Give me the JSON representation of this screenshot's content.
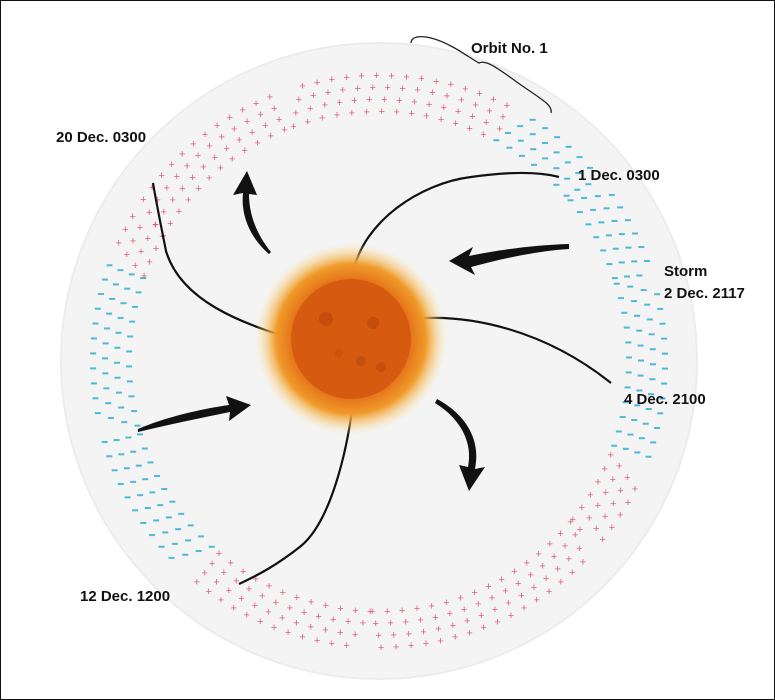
{
  "labels": {
    "orbit": "Orbit No. 1",
    "dec20": "20 Dec. 0300",
    "dec1": "1 Dec. 0300",
    "storm": "Storm",
    "storm_time": "2 Dec. 2117",
    "dec4": "4 Dec. 2100",
    "dec12": "12 Dec. 1200"
  },
  "legend": {
    "positive_symbol": "+",
    "negative_symbol": "-"
  },
  "colors": {
    "positive_polarity": "#e0607a",
    "negative_polarity": "#4db8d8",
    "sun_core": "#d4540c",
    "sun_glow": "#f6c64a",
    "field_lines": "#111111",
    "background_disk": "#f3f3f3"
  },
  "icons": {
    "rotation_arrow": "curved-arrow-icon",
    "sun": "sun-icon"
  }
}
